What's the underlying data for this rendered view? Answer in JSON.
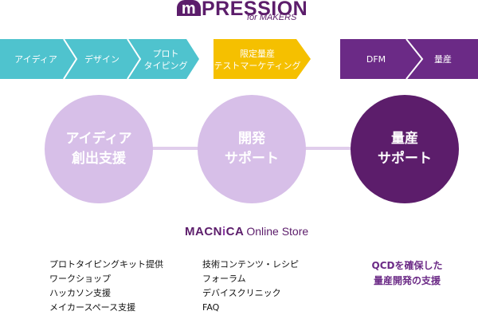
{
  "logo": {
    "m_letter": "m",
    "main_text": "PRESSION",
    "sub_text": "for MAKERS"
  },
  "process": {
    "idea": {
      "color": "#4fc3ce",
      "steps": [
        {
          "label_lines": [
            "アイディア"
          ]
        },
        {
          "label_lines": [
            "デザイン"
          ]
        },
        {
          "label_lines": [
            "プロト",
            "タイピング"
          ]
        }
      ]
    },
    "limited": {
      "color": "#f5c000",
      "label_lines": [
        "限定量産",
        "テストマーケティング"
      ]
    },
    "mass": {
      "color": "#6b2a86",
      "steps": [
        {
          "label_lines": [
            "DFM"
          ]
        },
        {
          "label_lines": [
            "量産"
          ]
        }
      ]
    }
  },
  "circles": [
    {
      "lines": [
        "アイディア",
        "創出支援"
      ],
      "fill": "#d7bfe8"
    },
    {
      "lines": [
        "開発",
        "サポート"
      ],
      "fill": "#d7bfe8"
    },
    {
      "lines": [
        "量産",
        "サポート"
      ],
      "fill": "#5c1d6b"
    }
  ],
  "store": {
    "brand_pre": "MACN",
    "brand_i": "i",
    "brand_post": "CA",
    "name": "Online Store"
  },
  "services_left": [
    "プロトタイピングキット提供",
    "ワークショップ",
    "ハッカソン支援",
    "メイカースペース支援"
  ],
  "services_middle": [
    "技術コンテンツ・レシピ",
    "フォーラム",
    "デバイスクリニック",
    "FAQ"
  ],
  "services_right": [
    "QCDを確保した",
    "量産開発の支援"
  ]
}
